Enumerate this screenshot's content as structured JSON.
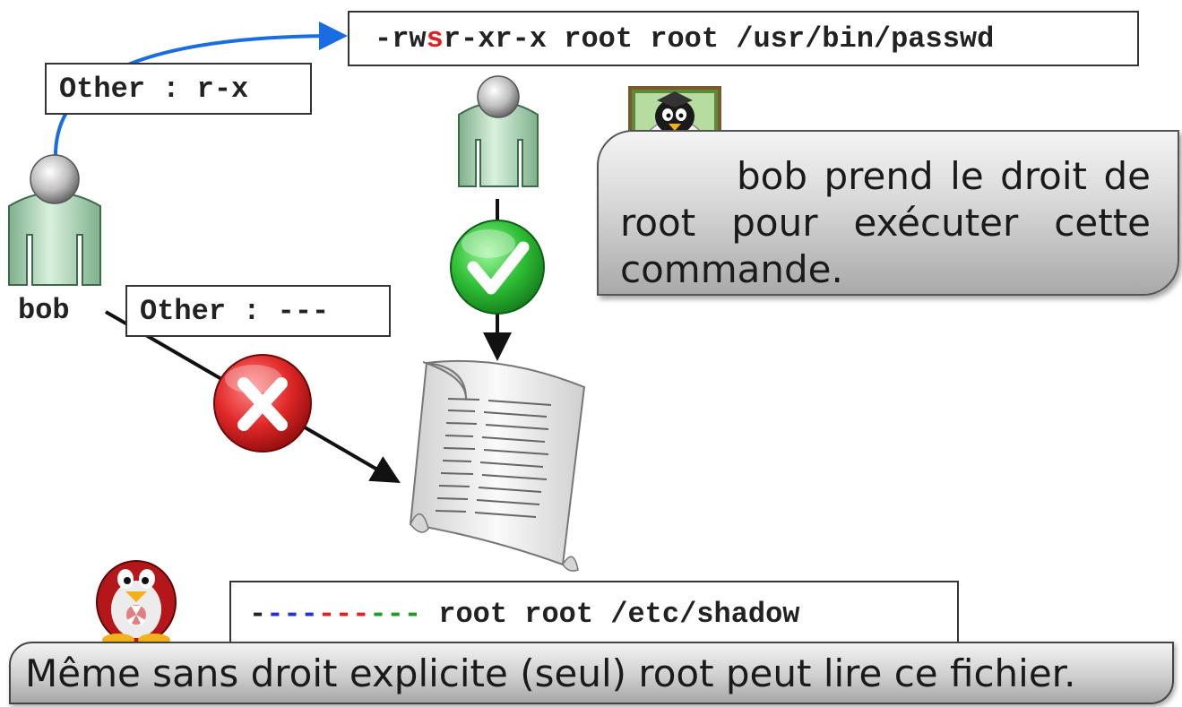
{
  "top_permission": {
    "before": "-rw",
    "special": "s",
    "after": "r-xr-x root root /usr/bin/passwd",
    "special_color": "#e02020"
  },
  "other_rx": "Other : r-x",
  "other_none": "Other : ---",
  "bob_label": "bob",
  "callout_text": "bob prend le droit de root pour exécuter cette commande.",
  "shadow": {
    "perm_user": "---",
    "perm_group": "---",
    "perm_other": "---",
    "rest": "root root /etc/shadow",
    "colors": {
      "lead": "#111111",
      "user": "#2233cc",
      "group": "#e02020",
      "other": "#1e9a2a"
    }
  },
  "footer_text": "Même sans droit explicite (seul) root peut lire ce fichier.",
  "icons": [
    "user-icon",
    "checkmark-icon",
    "cross-icon",
    "document-scroll-icon",
    "teacher-tux-icon",
    "red-tux-icon"
  ]
}
